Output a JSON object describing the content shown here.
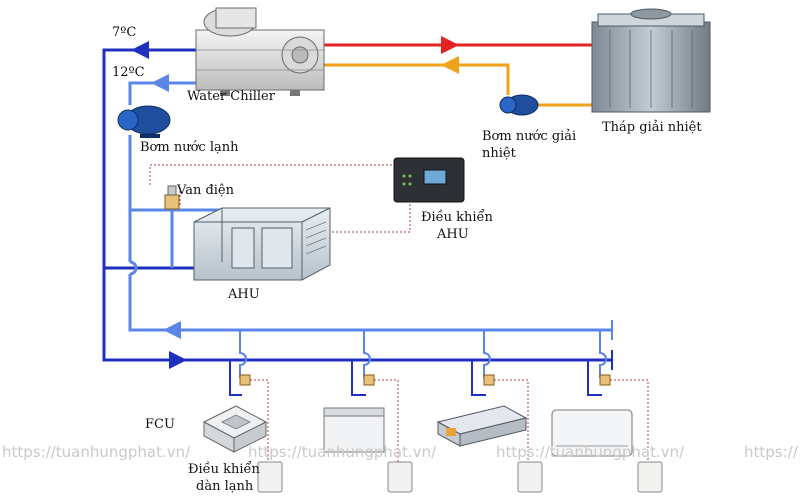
{
  "labels": {
    "temp_supply": "7ºC",
    "temp_return": "12ºC",
    "water_chiller": "Water Chiller",
    "chilled_pump": "Bơm nước lạnh",
    "cooling_pump_line1": "Bơm nước giải",
    "cooling_pump_line2": "nhiệt",
    "cooling_tower": "Tháp giải nhiệt",
    "electric_valve": "Van điện",
    "ahu_controller_line1": "Điều khiển",
    "ahu_controller_line2": "AHU",
    "ahu": "AHU",
    "fcu": "FCU",
    "fcu_controller_line1": "Điều khiển",
    "fcu_controller_line2": "dàn lạnh"
  },
  "watermarks": [
    "https://tuanhungphat.vn/",
    "https://tuanhungphat.vn/",
    "https://tuanhungphat.vn/",
    "https://"
  ],
  "pipe_colors": {
    "chilled_supply": "#1f2fbf",
    "chilled_return": "#5b86e8",
    "condenser_hot": "#e32222",
    "condenser_cool": "#f0a11a",
    "control_wire": "#b04040"
  },
  "icons": {
    "chiller": "water-chiller-icon",
    "tower": "cooling-tower-icon",
    "pump": "pump-icon",
    "valve": "valve-icon",
    "ahu": "ahu-unit-icon",
    "controller": "controller-panel-icon",
    "cassette": "cassette-fcu-icon",
    "thermostat": "thermostat-icon"
  }
}
